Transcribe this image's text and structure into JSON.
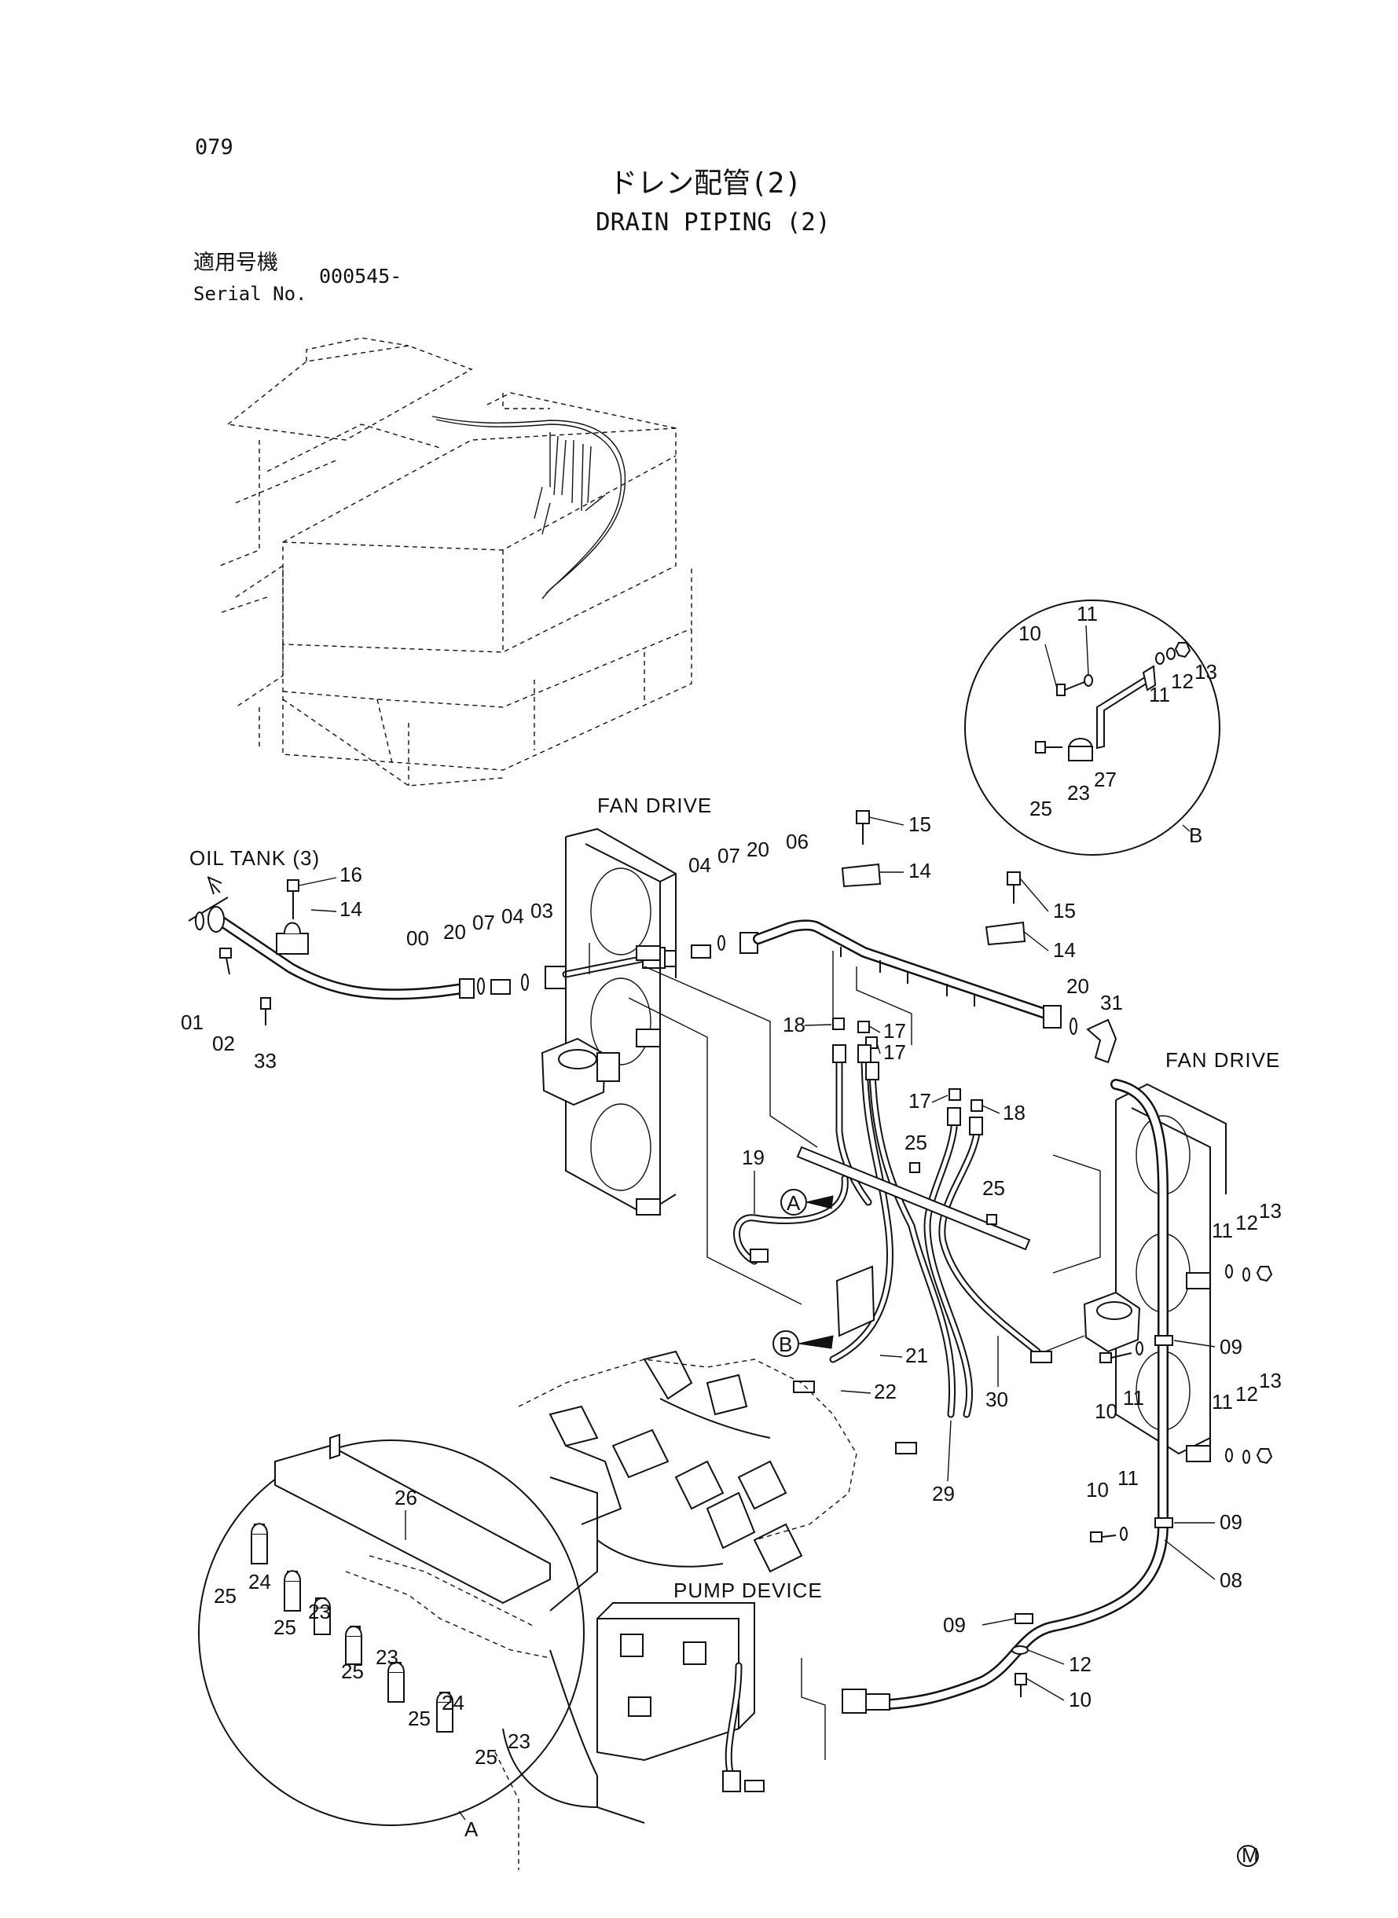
{
  "page": {
    "number": "079",
    "title_jp": "ドレン配管(2)",
    "title_en": "DRAIN PIPING (2)",
    "applicable_label_jp": "適用号機",
    "serial_label": "Serial No.",
    "serial_value": "000545-",
    "corner_mark": "M"
  },
  "callouts": {
    "oil_tank": "OIL TANK (3)",
    "fan_drive_left": "FAN DRIVE",
    "fan_drive_right": "FAN DRIVE",
    "pump_device": "PUMP DEVICE",
    "detail_a": "A",
    "detail_b": "B",
    "marker_a": "A",
    "marker_b": "B"
  },
  "parts": {
    "p00": "00",
    "p01": "01",
    "p02": "02",
    "p33": "33",
    "p14a": "14",
    "p16": "16",
    "p20a": "20",
    "p07a": "07",
    "p04a": "04",
    "p03": "03",
    "p04b": "04",
    "p07b": "07",
    "p20b": "20",
    "p06": "06",
    "p15a": "15",
    "p14b": "14",
    "p15b": "15",
    "p14c": "14",
    "p20c": "20",
    "p31": "31",
    "p18a": "18",
    "p17a": "17",
    "p17b": "17",
    "p17c": "17",
    "p18b": "18",
    "p25a": "25",
    "p25b": "25",
    "p19": "19",
    "p21": "21",
    "p22": "22",
    "p29": "29",
    "p30": "30",
    "p11a": "11",
    "p12a": "12",
    "p13a": "13",
    "p09a": "09",
    "p10a": "10",
    "p11b": "11",
    "p11c": "11",
    "p12b": "12",
    "p13b": "13",
    "p11d": "11",
    "p10b": "10",
    "p09b": "09",
    "p08": "08",
    "p09c": "09",
    "p12c": "12",
    "p10c": "10",
    "b10": "10",
    "b11a": "11",
    "b11b": "11",
    "b12": "12",
    "b13": "13",
    "b25": "25",
    "b23": "23",
    "b27": "27",
    "a26": "26",
    "a25a": "25",
    "a24a": "24",
    "a25b": "25",
    "a23a": "23",
    "a25c": "25",
    "a23b": "23",
    "a25d": "25",
    "a24b": "24",
    "a25e": "25",
    "a23c": "23"
  }
}
